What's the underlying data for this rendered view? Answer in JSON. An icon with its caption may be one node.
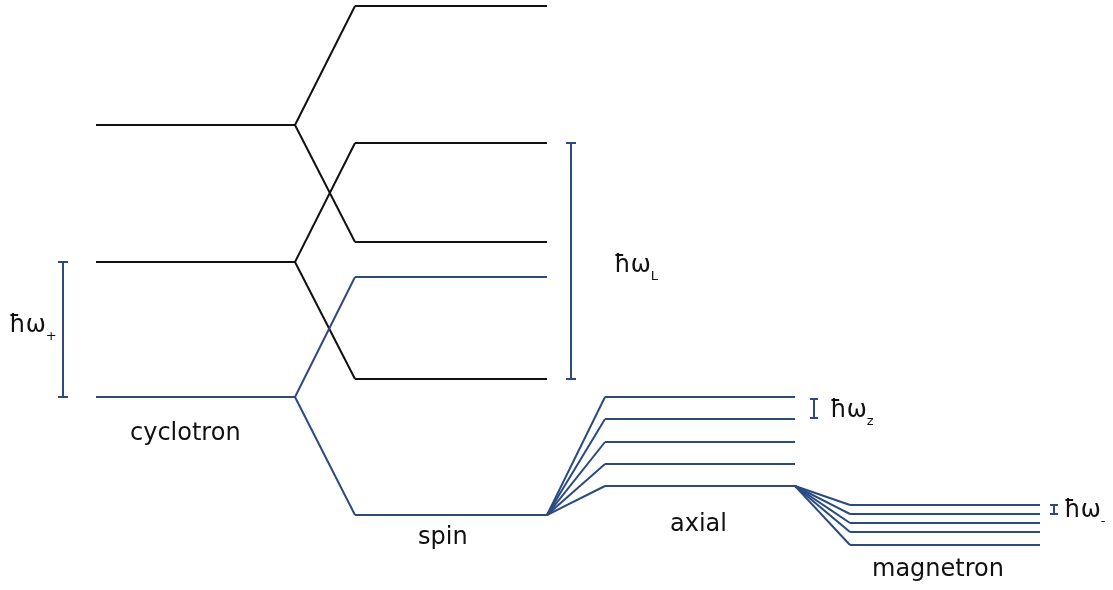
{
  "diagram": {
    "labels": [
      "ħω$_{+}$",
      "cyclotron",
      "ħω$_{L}$",
      "spin",
      "ħω$_{z}$",
      "axial",
      "ħω$_{-}$",
      "magnetron"
    ]
  }
}
